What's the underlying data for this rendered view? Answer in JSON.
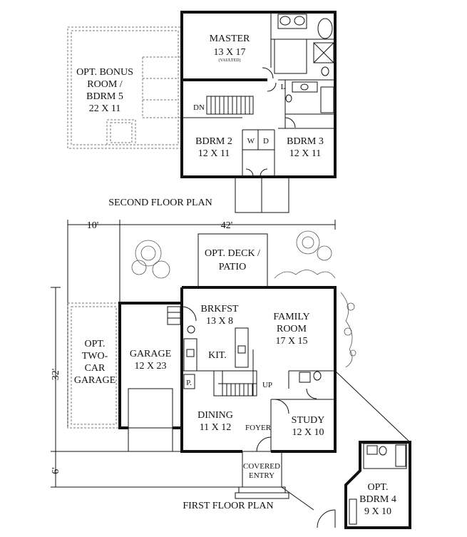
{
  "second_floor": {
    "caption": "SECOND FLOOR PLAN",
    "rooms": {
      "master": {
        "name": "MASTER",
        "size": "13 X 17",
        "note": "(VAULTED)"
      },
      "bonus": {
        "line1": "OPT. BONUS",
        "line2": "ROOM /",
        "line3": "BDRM 5",
        "size": "22 X 11"
      },
      "bdrm2": {
        "name": "BDRM 2",
        "size": "12 X 11"
      },
      "bdrm3": {
        "name": "BDRM 3",
        "size": "12 X 11"
      },
      "stair_dn": "DN",
      "washer": "W",
      "dryer": "D",
      "linen": "L"
    }
  },
  "first_floor": {
    "caption": "FIRST FLOOR PLAN",
    "dimensions": {
      "width_garage": "10'",
      "width_house": "42'",
      "depth_house": "32'",
      "depth_entry": "6'"
    },
    "rooms": {
      "deck": {
        "line1": "OPT. DECK /",
        "line2": "PATIO"
      },
      "brkfst": {
        "name": "BRKFST",
        "size": "13 X 8"
      },
      "family": {
        "name": "FAMILY",
        "name2": "ROOM",
        "size": "17 X 15"
      },
      "kitchen": "KIT.",
      "garage": {
        "name": "GARAGE",
        "size": "12 X 23"
      },
      "opt_garage": {
        "line1": "OPT.",
        "line2": "TWO-",
        "line3": "CAR",
        "line4": "GARAGE"
      },
      "pantry": "P.",
      "stair_up": "UP",
      "dining": {
        "name": "DINING",
        "size": "11 X 12"
      },
      "foyer": "FOYER",
      "study": {
        "name": "STUDY",
        "size": "12 X 10"
      },
      "entry": {
        "line1": "COVERED",
        "line2": "ENTRY"
      },
      "bdrm4": {
        "line1": "OPT.",
        "line2": "BDRM 4",
        "size": "9 X 10"
      }
    }
  }
}
